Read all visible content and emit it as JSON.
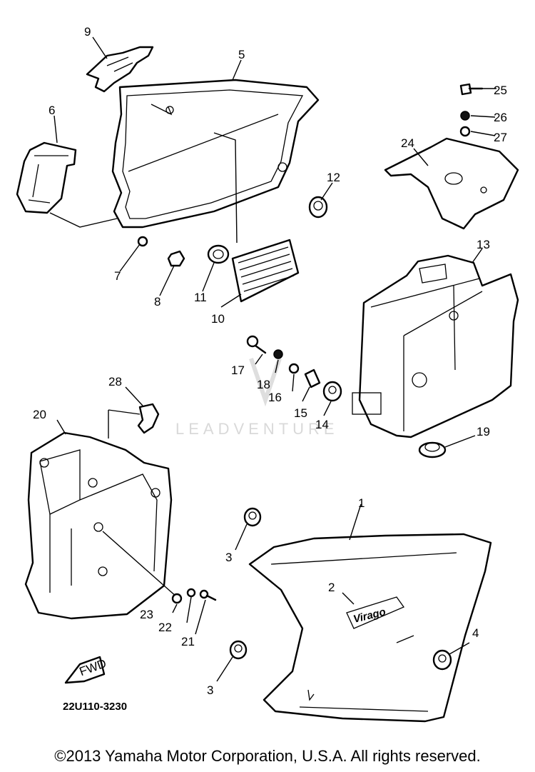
{
  "diagram": {
    "part_labels": {
      "p1": "1",
      "p2": "2",
      "p3a": "3",
      "p3b": "3",
      "p4": "4",
      "p5": "5",
      "p6": "6",
      "p7": "7",
      "p8": "8",
      "p9": "9",
      "p10": "10",
      "p11": "11",
      "p12": "12",
      "p13": "13",
      "p14": "14",
      "p15": "15",
      "p16": "16",
      "p17": "17",
      "p18": "18",
      "p19": "19",
      "p20": "20",
      "p21": "21",
      "p22": "22",
      "p23": "23",
      "p24": "24",
      "p25": "25",
      "p26": "26",
      "p27": "27",
      "p28": "28"
    },
    "fwd_arrow_label": "FWD",
    "emblem_text": "Virago",
    "diagram_code": "22U110-3230",
    "watermark": "LEADVENTURE"
  },
  "footer": {
    "copyright": "©2013 Yamaha Motor Corporation, U.S.A. All rights reserved."
  }
}
